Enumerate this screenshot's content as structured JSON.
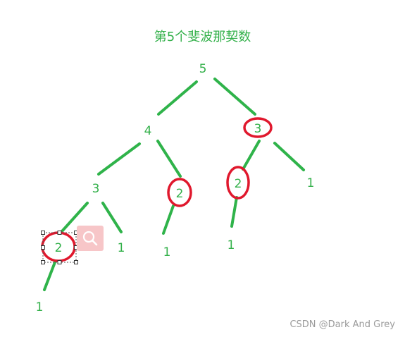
{
  "title": "第5个斐波那契数",
  "watermark": "CSDN @Dark And Grey",
  "colors": {
    "line": "#2fb34a",
    "text": "#33b04a",
    "highlight": "#e0182d",
    "watermark": "#9a9a9a",
    "badge": "#f7c6c8"
  },
  "tree": {
    "nodes": [
      {
        "id": "n5",
        "label": "5",
        "circled": false
      },
      {
        "id": "n4",
        "label": "4",
        "circled": false
      },
      {
        "id": "n3a",
        "label": "3",
        "circled": true
      },
      {
        "id": "n3b",
        "label": "3",
        "circled": false
      },
      {
        "id": "n2a",
        "label": "2",
        "circled": true
      },
      {
        "id": "n2b",
        "label": "2",
        "circled": true
      },
      {
        "id": "n1a",
        "label": "1",
        "circled": false
      },
      {
        "id": "n2c",
        "label": "2",
        "circled": true
      },
      {
        "id": "n1b",
        "label": "1",
        "circled": false
      },
      {
        "id": "n1c",
        "label": "1",
        "circled": false
      },
      {
        "id": "n1d",
        "label": "1",
        "circled": false
      },
      {
        "id": "n1e",
        "label": "1",
        "circled": false
      }
    ],
    "edges": [
      [
        "n5",
        "n4"
      ],
      [
        "n5",
        "n3a"
      ],
      [
        "n4",
        "n3b"
      ],
      [
        "n4",
        "n2a"
      ],
      [
        "n3a",
        "n2b"
      ],
      [
        "n3a",
        "n1a"
      ],
      [
        "n3b",
        "n2c"
      ],
      [
        "n3b",
        "n1b"
      ],
      [
        "n2a",
        "n1c"
      ],
      [
        "n2b",
        "n1d"
      ],
      [
        "n2c",
        "n1e"
      ]
    ],
    "selected_node": "n2c"
  },
  "selection_tool": {
    "icon": "search-icon"
  }
}
